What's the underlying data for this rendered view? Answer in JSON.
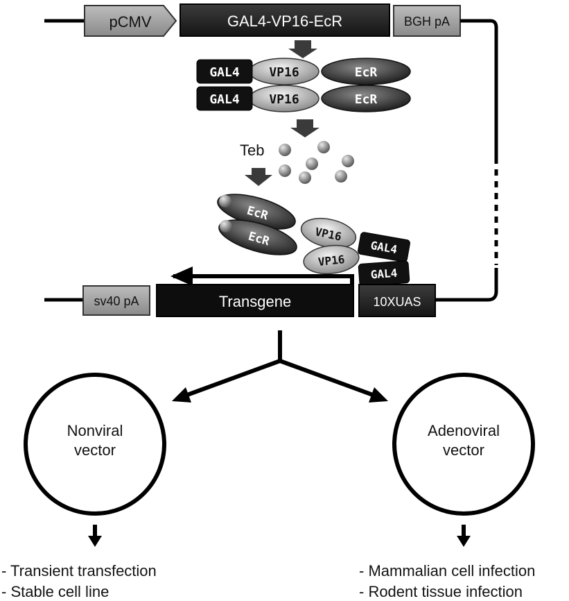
{
  "top_construct": {
    "promoter": "pCMV",
    "gene": "GAL4-VP16-EcR",
    "polya": "BGH pA"
  },
  "fusion_protein": {
    "dbd": "GAL4",
    "ad": "VP16",
    "lbd": "EcR"
  },
  "ligand": "Teb",
  "bottom_construct": {
    "polya": "sv40 pA",
    "gene": "Transgene",
    "response": "10XUAS"
  },
  "vectors": {
    "left": {
      "line1": "Nonviral",
      "line2": "vector",
      "uses": [
        "- Transient transfection",
        "- Stable cell line"
      ]
    },
    "right": {
      "line1": "Adenoviral",
      "line2": "vector",
      "uses": [
        "- Mammalian cell infection",
        "- Rodent tissue infection"
      ]
    }
  },
  "colors": {
    "line": "#000000",
    "promoter_box": "#9a9a9a",
    "gene_box": "#2a2a2a",
    "polya_box": "#a8a8a8",
    "uas_box": "#3a3a3a",
    "vp16": "#c8c8c8",
    "ecr": "#4a4a4a",
    "gal4": "#111111",
    "arrow": "#3a3a3a",
    "ligand": "#8a8a8a"
  }
}
